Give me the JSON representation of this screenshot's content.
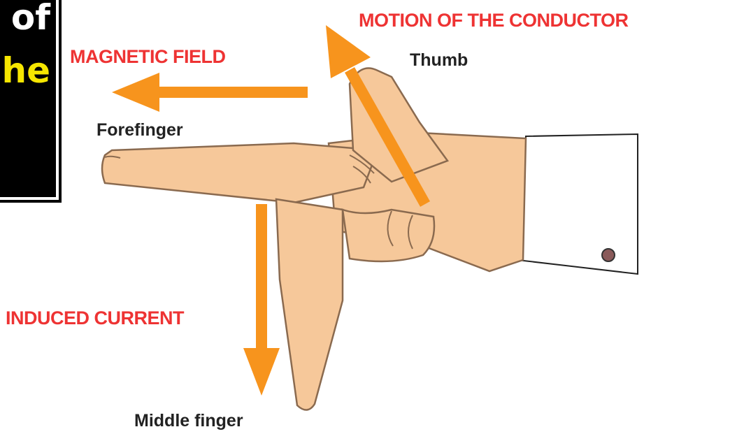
{
  "title_fragment": {
    "line1": "of",
    "line2": "he"
  },
  "labels": {
    "motion": "MOTION OF THE CONDUCTOR",
    "thumb": "Thumb",
    "field": "MAGNETIC FIELD",
    "forefinger": "Forefinger",
    "current": "INDUCED CURRENT",
    "middle": "Middle finger"
  },
  "colors": {
    "label_red": "#ee3333",
    "arrow_orange": "#f7941d",
    "skin": "#f6c89a",
    "skin_outline": "#8a6a4f",
    "title_yellow": "#f6e600"
  }
}
